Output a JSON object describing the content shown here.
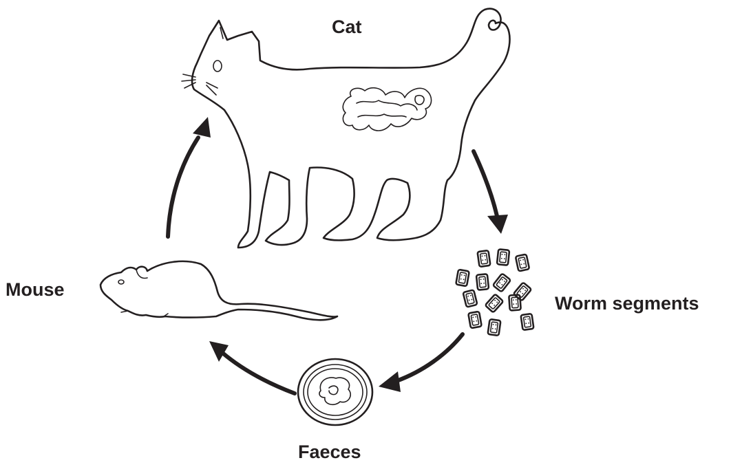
{
  "labels": {
    "cat": "Cat",
    "worm_segments": "Worm segments",
    "faeces": "Faeces",
    "mouse": "Mouse"
  },
  "colors": {
    "ink": "#231f20",
    "background": "#ffffff"
  }
}
